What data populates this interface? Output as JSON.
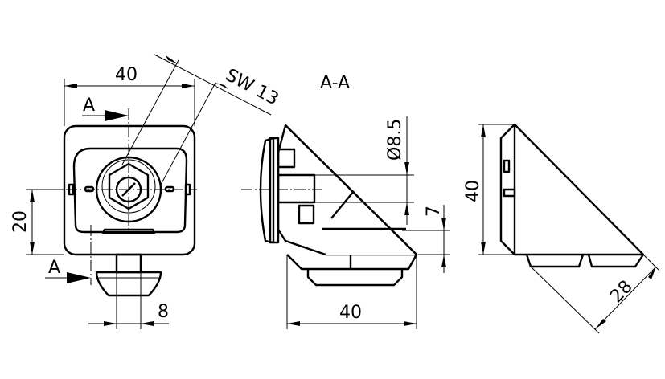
{
  "front_view": {
    "width_dim": "40",
    "wrench_size": "SW 13",
    "section_mark_top": "A",
    "section_mark_bottom": "A",
    "height_dim": "20",
    "nut_width_dim": "8"
  },
  "section_view": {
    "title": "A-A",
    "hole_dim": "Ø8.5",
    "thickness_dim": "7",
    "width_dim": "40"
  },
  "side_view": {
    "height_dim": "40",
    "diagonal_dim": "28"
  }
}
